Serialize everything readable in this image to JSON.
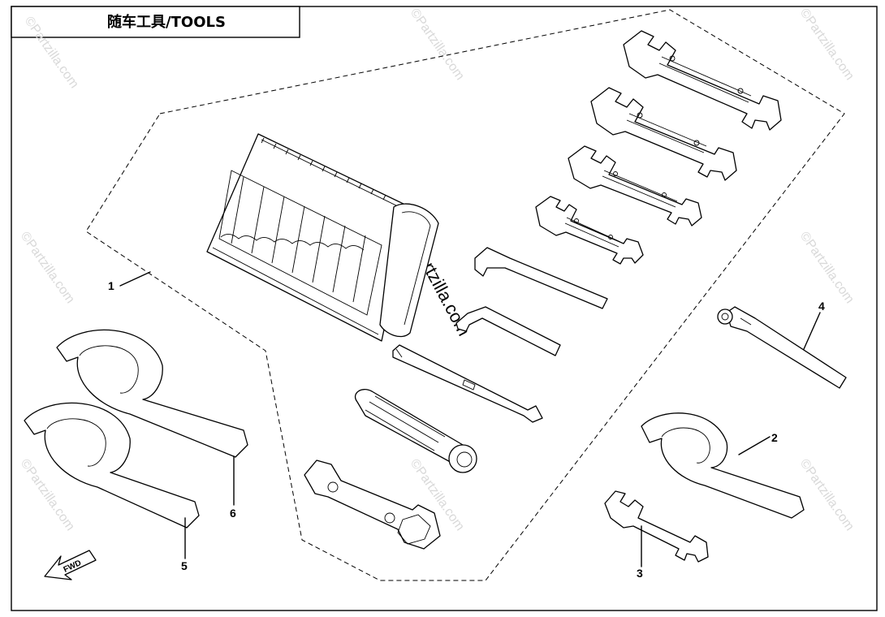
{
  "title": "随车工具/TOOLS",
  "fwd_label": "FWD",
  "watermark": "©Partzilla.com",
  "callouts": {
    "c1": "1",
    "c2": "2",
    "c3": "3",
    "c4": "4",
    "c5": "5",
    "c6": "6"
  }
}
